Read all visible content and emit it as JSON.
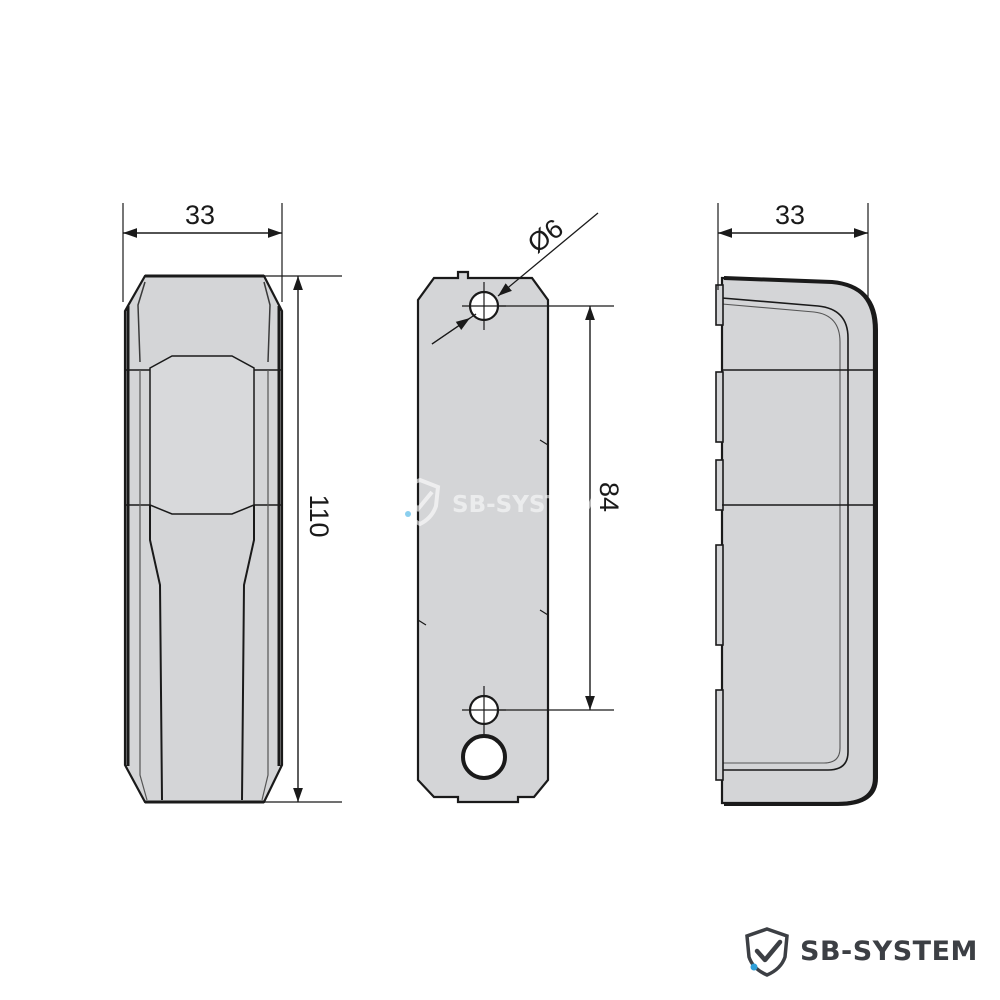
{
  "dimensions": {
    "front_width": "33",
    "height": "110",
    "hole_diameter": "Ø6",
    "hole_spacing": "84",
    "side_width": "33"
  },
  "watermark": {
    "text": "SB-SYSTEM",
    "icon": "shield-check-icon"
  },
  "brand": {
    "name": "SB-SYSTEM",
    "icon": "shield-check-icon"
  },
  "colors": {
    "body_fill": "#d4d5d7",
    "outline": "#1a1a1a",
    "brand_gray": "#3c3f44",
    "accent_blue": "#2f9fd8"
  }
}
